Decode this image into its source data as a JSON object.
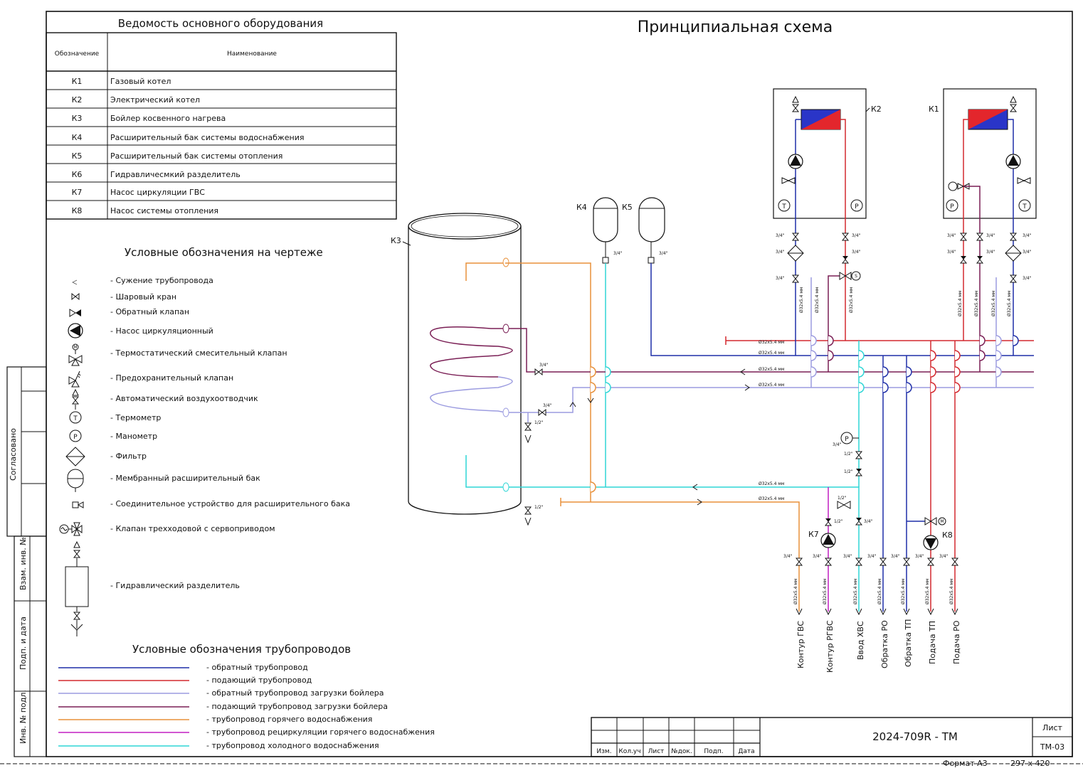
{
  "title": "Принципиальная схема",
  "equipment": {
    "title": "Ведомость основного оборудования",
    "col_code": "Обозначение",
    "col_name": "Наименование",
    "rows": [
      {
        "code": "К1",
        "name": "Газовый котел"
      },
      {
        "code": "К2",
        "name": "Электрический котел"
      },
      {
        "code": "К3",
        "name": "Бойлер косвенного нагрева"
      },
      {
        "code": "К4",
        "name": "Расширительный бак системы водоснабжения"
      },
      {
        "code": "К5",
        "name": "Расширительный бак системы отопления"
      },
      {
        "code": "К6",
        "name": "Гидравличесмкий разделитель"
      },
      {
        "code": "К7",
        "name": "Насос циркуляции ГВС"
      },
      {
        "code": "К8",
        "name": "Насос системы отопления"
      }
    ]
  },
  "symbols": {
    "title": "Условные обозначения на чертеже",
    "items": [
      {
        "icon": "pipe-narrowing-icon",
        "label": "- Сужение трубопровода"
      },
      {
        "icon": "ball-valve-icon",
        "label": "- Шаровый кран"
      },
      {
        "icon": "check-valve-icon",
        "label": "- Обратный клапан"
      },
      {
        "icon": "circulation-pump-icon",
        "label": "- Насос циркуляционный"
      },
      {
        "icon": "thermostatic-mixing-valve-icon",
        "label": "- Термостатический смесительный клапан"
      },
      {
        "icon": "safety-valve-icon",
        "label": "- Предохранительный клапан"
      },
      {
        "icon": "air-vent-icon",
        "label": "- Автоматический воздухоотводчик"
      },
      {
        "icon": "thermometer-icon",
        "label": "- Термометр"
      },
      {
        "icon": "manometer-icon",
        "label": "- Манометр"
      },
      {
        "icon": "filter-icon",
        "label": "-  Фильтр"
      },
      {
        "icon": "expansion-tank-icon",
        "label": "- Мембранный расширительный бак"
      },
      {
        "icon": "tank-connector-icon",
        "label": "- Соединительное устройство для расширительного бака"
      },
      {
        "icon": "three-way-valve-icon",
        "label": "- Клапан трехходовой с сервоприводом"
      },
      {
        "icon": "hydraulic-separator-icon",
        "label": "- Гидравлический разделитель"
      }
    ]
  },
  "pipes_legend": {
    "title": "Условные обозначения трубопроводов",
    "items": [
      {
        "color": "#1f2fa8",
        "label": "- обратный трубопровод"
      },
      {
        "color": "#d4282e",
        "label": "- подающий трубопровод"
      },
      {
        "color": "#9c9ce0",
        "label": "- обратный трубопровод загрузки бойлера"
      },
      {
        "color": "#7a1f55",
        "label": "- подающий трубопровод загрузки бойлера"
      },
      {
        "color": "#e8903a",
        "label": "- трубопровод горячего водоснабжения"
      },
      {
        "color": "#c21fc2",
        "label": "- трубопровод рециркуляции горячего водоснабжения"
      },
      {
        "color": "#2fd6d6",
        "label": "- трубопровод холодного водоснабжения"
      }
    ]
  },
  "components": {
    "k1": "К1",
    "k2": "К2",
    "k3": "К3",
    "k4": "К4",
    "k5": "К5",
    "k7": "К7",
    "k8": "К8",
    "thermometer_letter": "T",
    "manometer_letter": "P",
    "motor_letter": "M",
    "servo_letter": "S"
  },
  "size_labels": {
    "d34": "3/4\"",
    "d12": "1/2\"",
    "pipe_d32": "Ø32x5.4 мм"
  },
  "outlets": [
    "Контур ГВС",
    "Контур РГВС",
    "Ввод ХВС",
    "Обратка РО",
    "Обратка ТП",
    "Подача ТП",
    "Подача РО"
  ],
  "side_stamp": [
    "Согласовано",
    "Взам. инв. №",
    "Подп. и дата",
    "Инв. № подл."
  ],
  "title_block": {
    "doc_code": "2024-709R - ТМ",
    "sheet_label": "Лист",
    "sheet_value": "ТМ-03",
    "columns": [
      "Изм.",
      "Кол.уч",
      "Лист",
      "№док.",
      "Подп.",
      "Дата"
    ],
    "format_label": "Формат А3",
    "format_size": "297 x 420"
  }
}
